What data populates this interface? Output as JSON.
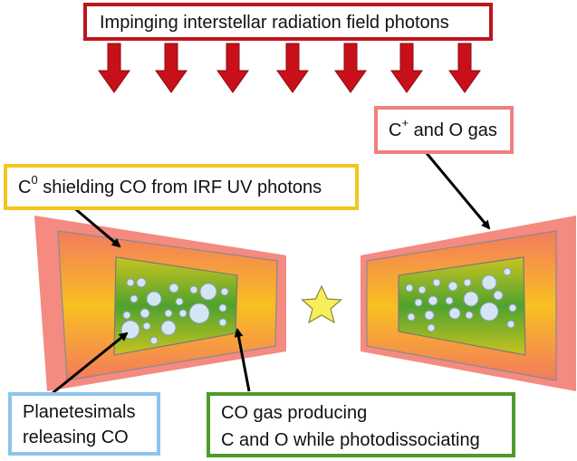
{
  "labels": {
    "irf": "Impinging interstellar radiation field photons",
    "cplus_base": "C",
    "cplus_sup": "+",
    "cplus_rest": " and O gas",
    "c0_base": "C",
    "c0_sup": "0",
    "c0_rest": " shielding CO from IRF UV photons",
    "planetesimals_line1": "Planetesimals",
    "planetesimals_line2": "releasing CO",
    "co_line1": "CO gas producing",
    "co_line2": "C and O while photodissociating"
  },
  "colors": {
    "irf_border": "#c0141e",
    "arrow_fill": "#c8101a",
    "cplus_border": "#ef8080",
    "c0_border": "#f4c51c",
    "planetesimal_border": "#8cc4ec",
    "co_border": "#4f9a2a",
    "outer_disk": "#f48a80",
    "inner_disk_warm": "#f6cf2a",
    "inner_disk_green": "#5aa82e",
    "grain": "#d4e6f6",
    "star": "#f8ee5a"
  },
  "icons": {
    "central": "star-icon",
    "irf_arrows": "down-arrow-icon"
  }
}
